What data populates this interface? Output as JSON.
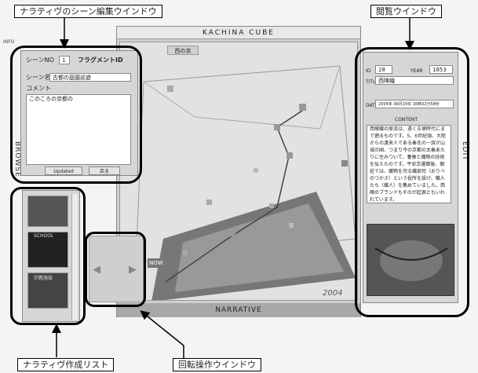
{
  "callouts": {
    "scene_edit_window": "ナラティヴのシーン編集ウインドウ",
    "browse_window": "閲覧ウインドウ",
    "narrative_list": "ナラティヴ作成リスト",
    "rotation_window": "回転操作ウインドウ"
  },
  "app": {
    "title": "KACHINA CUBE",
    "bottom_title": "NARRATIVE",
    "left_side_label": "BROWSE",
    "right_side_label": "EDIT",
    "top_left_text": "INFO",
    "cube_tab": "西の京",
    "year_label": "2004",
    "now_tag": "NOW"
  },
  "scene_editor": {
    "scene_no_label": "シーンNO",
    "scene_no_value": "1",
    "fragment_label": "フラグメントID",
    "scene_name_label": "シーン名",
    "scene_name_value": "古都の庭園巡遊",
    "comment_label": "コメント",
    "comment_value": "このころの京都の",
    "buttons": [
      "Updated",
      "戻る"
    ]
  },
  "browse_panel": {
    "id_label": "ID",
    "id_value": "28",
    "year_label": "YEAR",
    "year_value": "1853",
    "title_label": "TITLE",
    "title_value": "西陣織",
    "date_label": "DATE",
    "date_value": "2004年 06月29日 16時32分58秒",
    "content_header": "CONTENT",
    "content_text": "西陣織の原流は、遠く古墳時代にまで遡るものです。5、6世紀頃、大陸からの渡来人である秦氏の一族が山城の国、つまり今の京都の太秦あたりに住みついて、養蚕と織物の技術を伝えたのです。平安京遷都後、朝廷では、織物を司る織部司（おりべのつかさ）という役所を設け、職人たち（織人）を集めていました。西陣のブランドもそのが起源ともいわれています。"
  },
  "narrative_list": {
    "thumb_captions": [
      "",
      "SCHOOL",
      "宗教施設"
    ]
  }
}
